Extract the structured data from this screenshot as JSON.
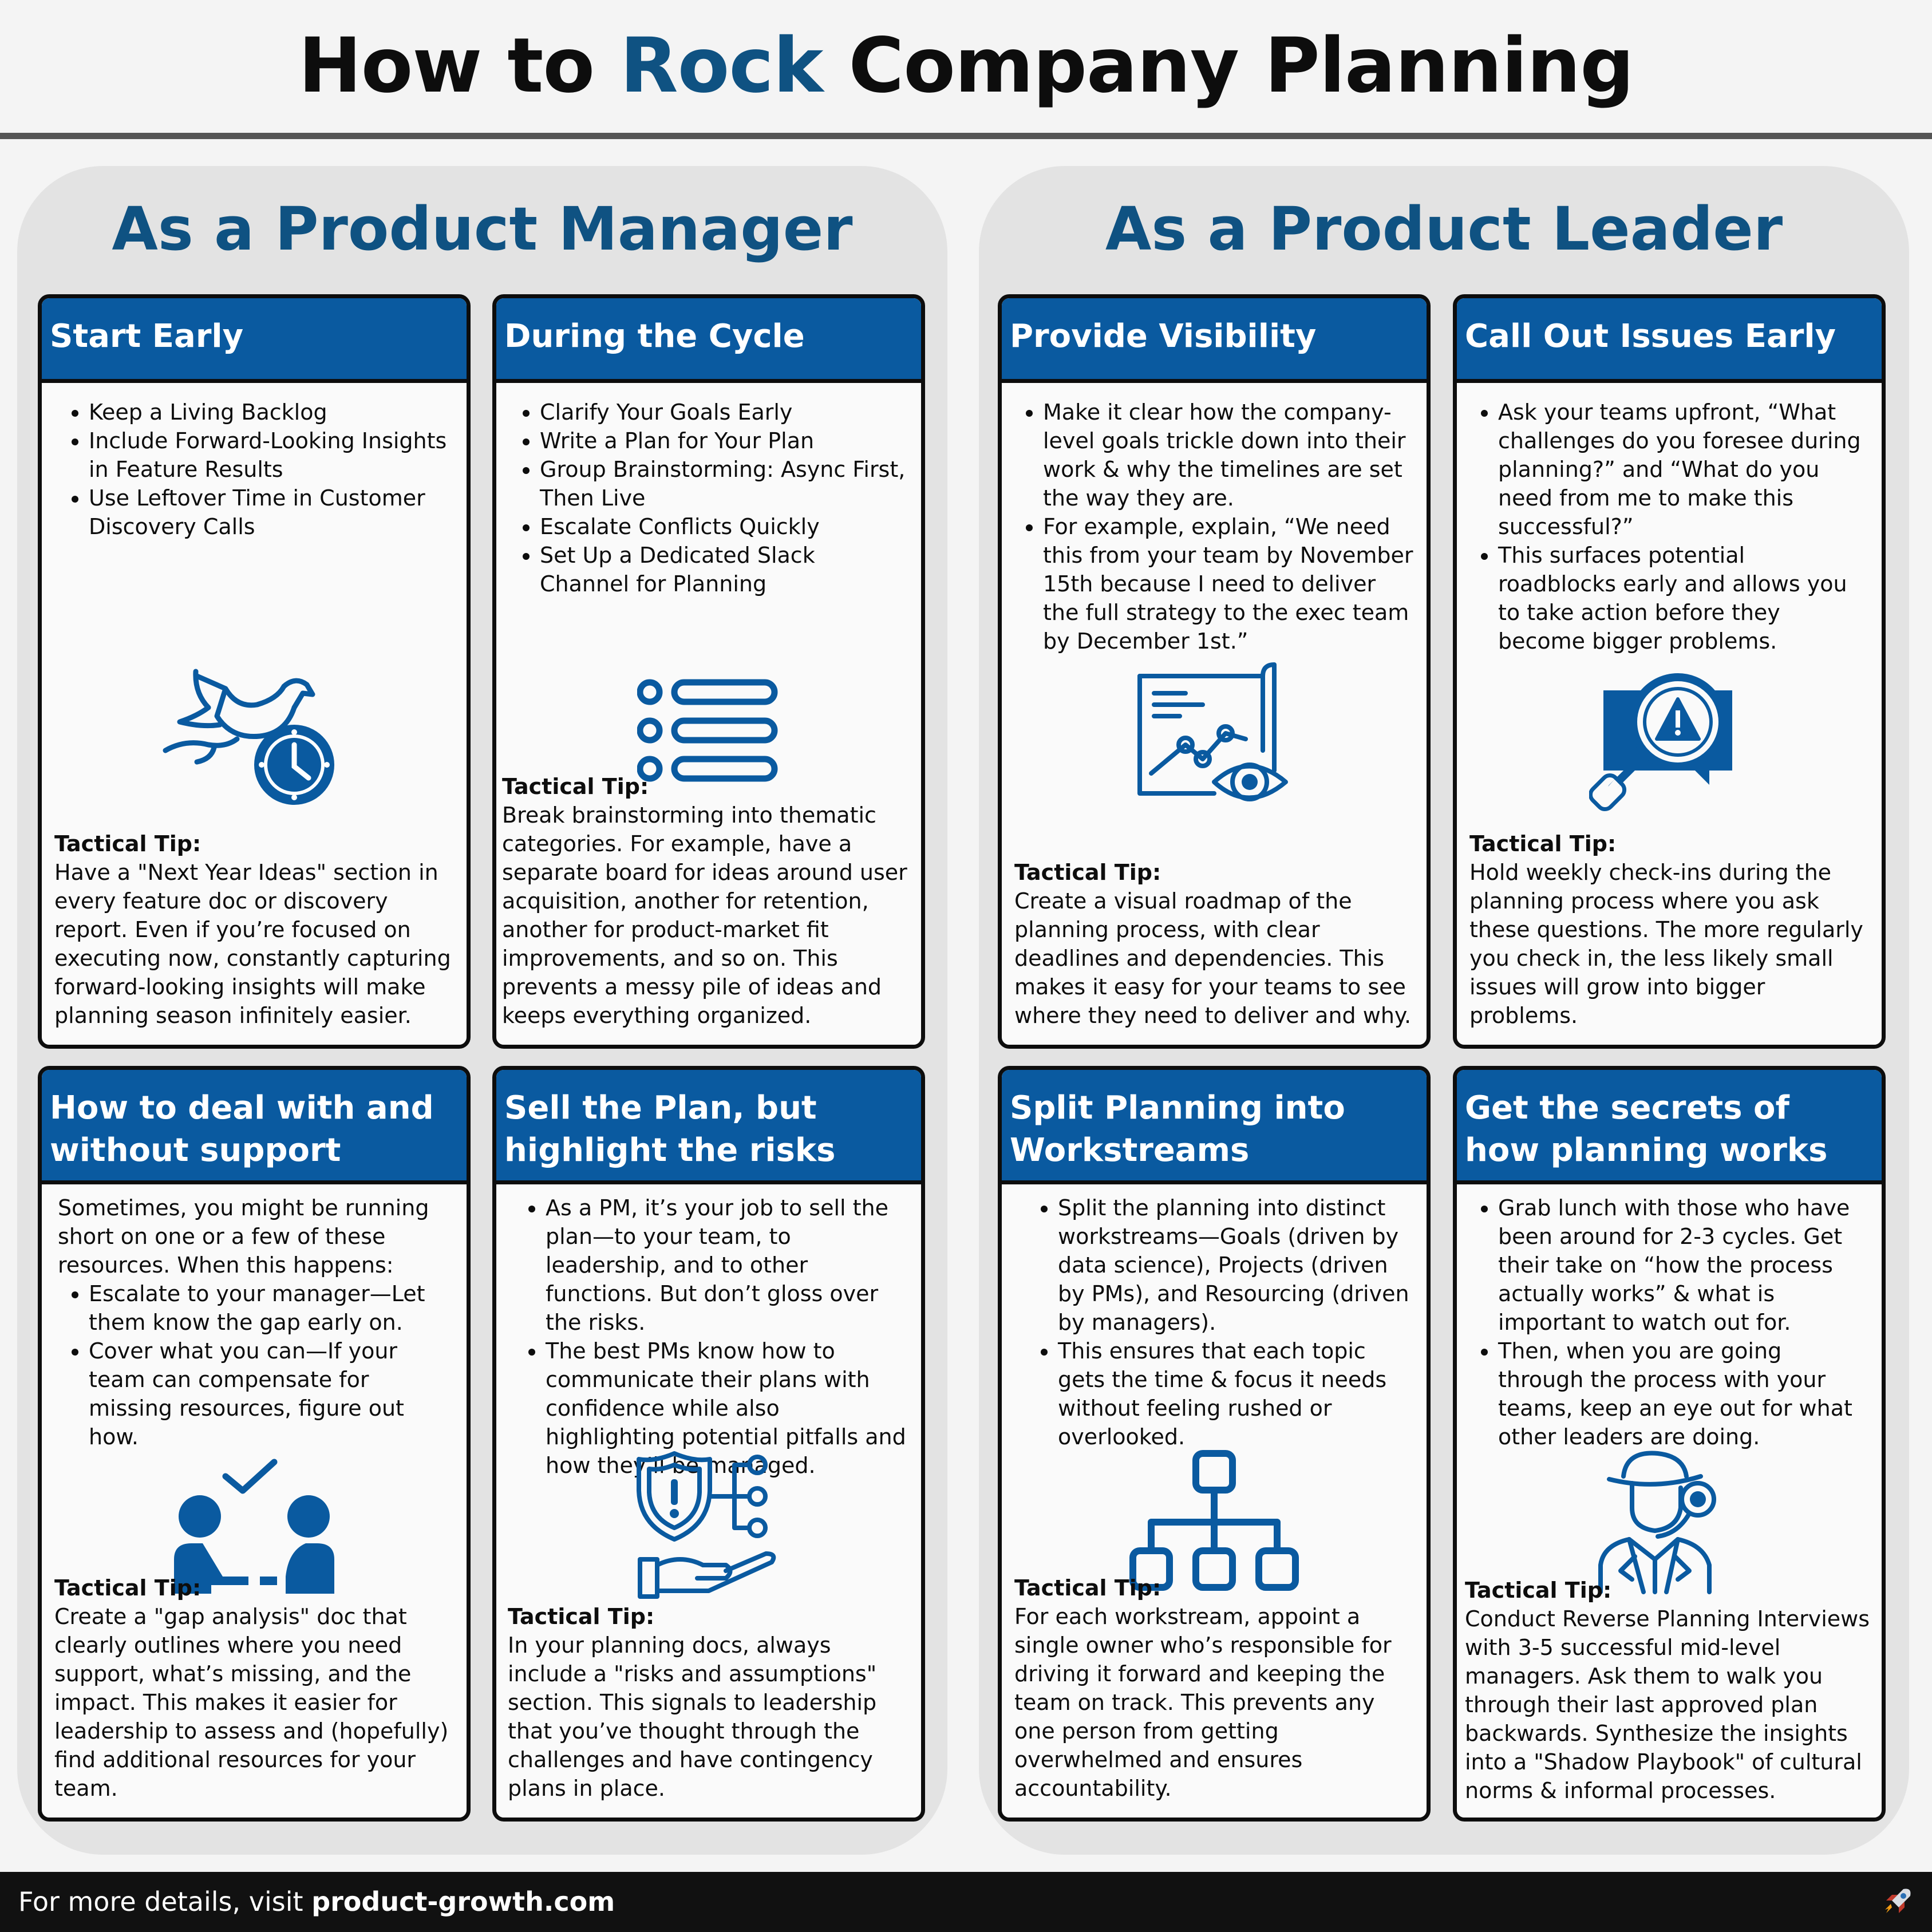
{
  "title": {
    "part1": "How to",
    "accent": "Rock",
    "part2": "Company Planning"
  },
  "left_column": {
    "heading": "As a Product Manager"
  },
  "right_column": {
    "heading": "As a Product Leader"
  },
  "cards": {
    "start_early": {
      "title": "Start Early",
      "bullets": [
        "Keep a Living Backlog",
        "Include Forward-Looking Insights in Feature Results",
        "Use Leftover Time in Customer Discovery Calls"
      ],
      "tip_label": "Tactical Tip:",
      "tip": "Have a \"Next Year Ideas\" section in every feature doc or discovery report. Even if you’re focused on executing now, constantly capturing forward-looking insights will make planning season infinitely easier.",
      "icon": "bird-clock-icon"
    },
    "during_cycle": {
      "title": "During the Cycle",
      "bullets": [
        "Clarify Your Goals Early",
        "Write a Plan for Your Plan",
        "Group Brainstorming: Async First, Then Live",
        "Escalate Conflicts Quickly",
        "Set Up a Dedicated Slack Channel for Planning"
      ],
      "tip_label": "Tactical Tip:",
      "tip": "Break brainstorming into thematic categories. For example, have a separate board for ideas around user acquisition, another for retention, another for product-market fit improvements, and so on. This prevents a messy pile of ideas and keeps everything organized.",
      "icon": "list-icon"
    },
    "provide_visibility": {
      "title": "Provide Visibility",
      "bullets": [
        "Make it clear how the company-level goals trickle down into their work & why the timelines are set the way they are.",
        "For example, explain, “We need this from your team by November 15th because I need to deliver the full strategy to the exec team by December 1st.”"
      ],
      "tip_label": "Tactical Tip:",
      "tip": "Create a visual roadmap of the planning process, with clear deadlines and dependencies. This makes it easy for your teams to see where they need to deliver and why.",
      "icon": "roadmap-eye-icon"
    },
    "call_out_issues": {
      "title": "Call Out Issues Early",
      "bullets": [
        "Ask your teams upfront, “What challenges do you foresee during planning?” and “What do you need from me to make this successful?”",
        "This surfaces potential roadblocks early and allows you to take action before they become bigger problems."
      ],
      "tip_label": "Tactical Tip:",
      "tip": "Hold weekly check-ins during the planning process where you ask these questions. The more regularly you check in, the less likely small issues will grow into bigger problems.",
      "icon": "magnifier-warning-icon"
    },
    "deal_with_support": {
      "title": "How to deal with and without support",
      "intro": "Sometimes, you might be running short on one or a few of these resources. When this happens:",
      "bullets": [
        "Escalate to your manager—Let them know the gap early on.",
        "Cover what you can—If your team can compensate for missing resources, figure out how."
      ],
      "tip_label": "Tactical Tip:",
      "tip": "Create a \"gap analysis\" doc that clearly outlines where you need support, what’s missing, and the impact. This makes it easier for leadership to assess and (hopefully) find additional resources for your team.",
      "icon": "meeting-check-icon"
    },
    "sell_the_plan": {
      "title": "Sell the Plan, but highlight the risks",
      "bullets": [
        "As a PM, it’s your job to sell the plan—to your team, to leadership, and to other functions. But don’t gloss over the risks.",
        "The best PMs know how to communicate their plans with confidence while also highlighting potential pitfalls and how they’ll be managed."
      ],
      "tip_label": "Tactical Tip:",
      "tip": "In your planning docs, always include a \"risks and assumptions\" section. This signals to leadership that you’ve thought through the challenges and have contingency plans in place.",
      "icon": "shield-hand-icon"
    },
    "split_planning": {
      "title": "Split Planning into Workstreams",
      "bullets": [
        "Split the planning into distinct workstreams—Goals (driven by data science), Projects (driven by PMs), and Resourcing (driven by managers).",
        "This ensures that each topic gets the time & focus it needs without feeling rushed or overlooked."
      ],
      "tip_label": "Tactical Tip:",
      "tip": "For each workstream, appoint a single owner who’s responsible for driving it forward and keeping the team on track. This prevents any one person from getting overwhelmed and ensures accountability.",
      "icon": "hierarchy-icon"
    },
    "secrets": {
      "title": "Get the secrets of how planning works",
      "bullets": [
        "Grab lunch with those who have been around for 2-3 cycles. Get their take on “how the process actually works” & what is important to watch out for.",
        "Then, when you are going through the process with your teams, keep an eye out for what other leaders are doing."
      ],
      "tip_label": "Tactical Tip:",
      "tip": "Conduct Reverse Planning Interviews with 3-5 successful mid-level managers. Ask them to walk you through their last approved plan backwards. Synthesize the insights into a \"Shadow Playbook\" of cultural norms & informal processes.",
      "icon": "detective-icon"
    }
  },
  "footer": {
    "prefix": "For more details, visit",
    "url": "product-growth.com",
    "icon": "rocket-icon"
  },
  "colors": {
    "accent": "#0f5282",
    "card_header": "#0a5aa0",
    "icon": "#0a5aa0"
  }
}
